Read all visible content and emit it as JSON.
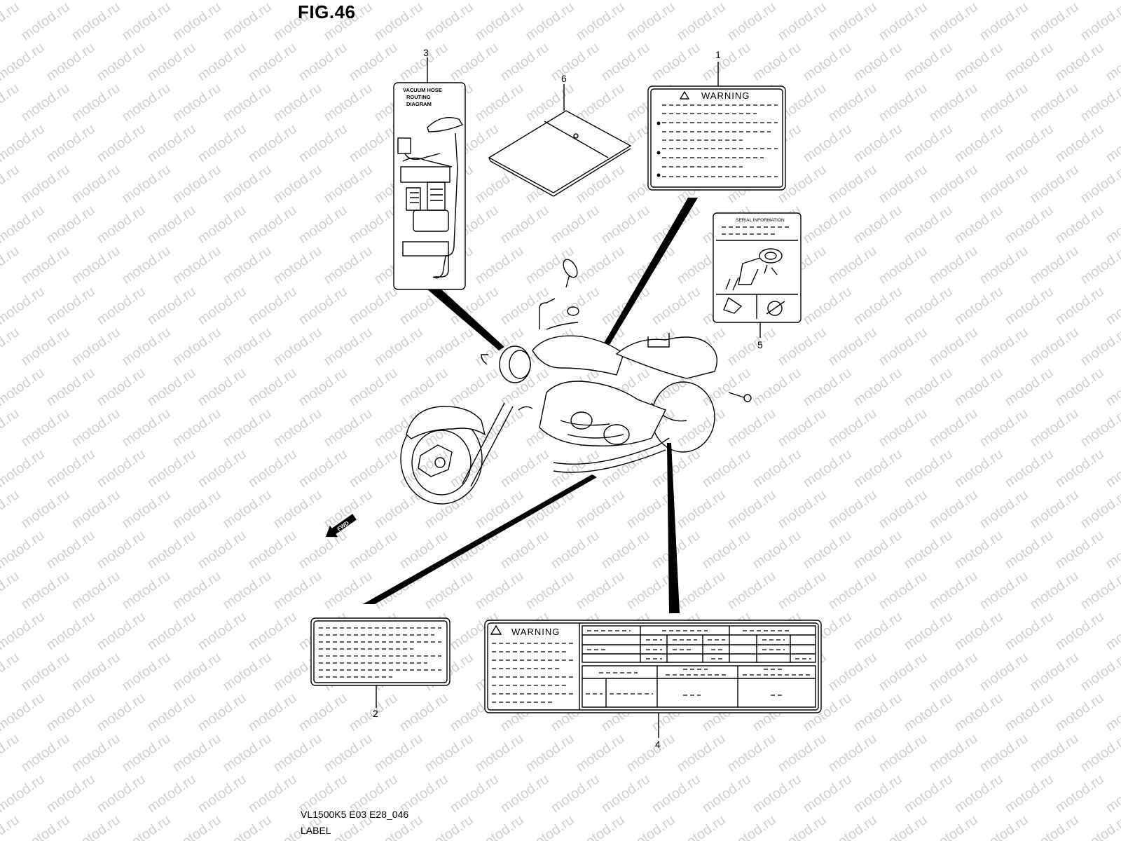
{
  "figure_title": "FIG.46",
  "watermark": "motod.ru",
  "callouts": {
    "c1": "1",
    "c2": "2",
    "c3": "3",
    "c4": "4",
    "c5": "5",
    "c6": "6"
  },
  "labels": {
    "warning_1": "WARNING",
    "warning_4": "WARNING",
    "vacuum_line1": "VACUUM HOSE",
    "vacuum_line2": "ROUTING",
    "vacuum_line3": "DIAGRAM",
    "serial": "SERIAL INFORMATION",
    "fwd": "FWD"
  },
  "footer": {
    "code": "VL1500K5 E03 E28_046",
    "caption": "LABEL"
  }
}
